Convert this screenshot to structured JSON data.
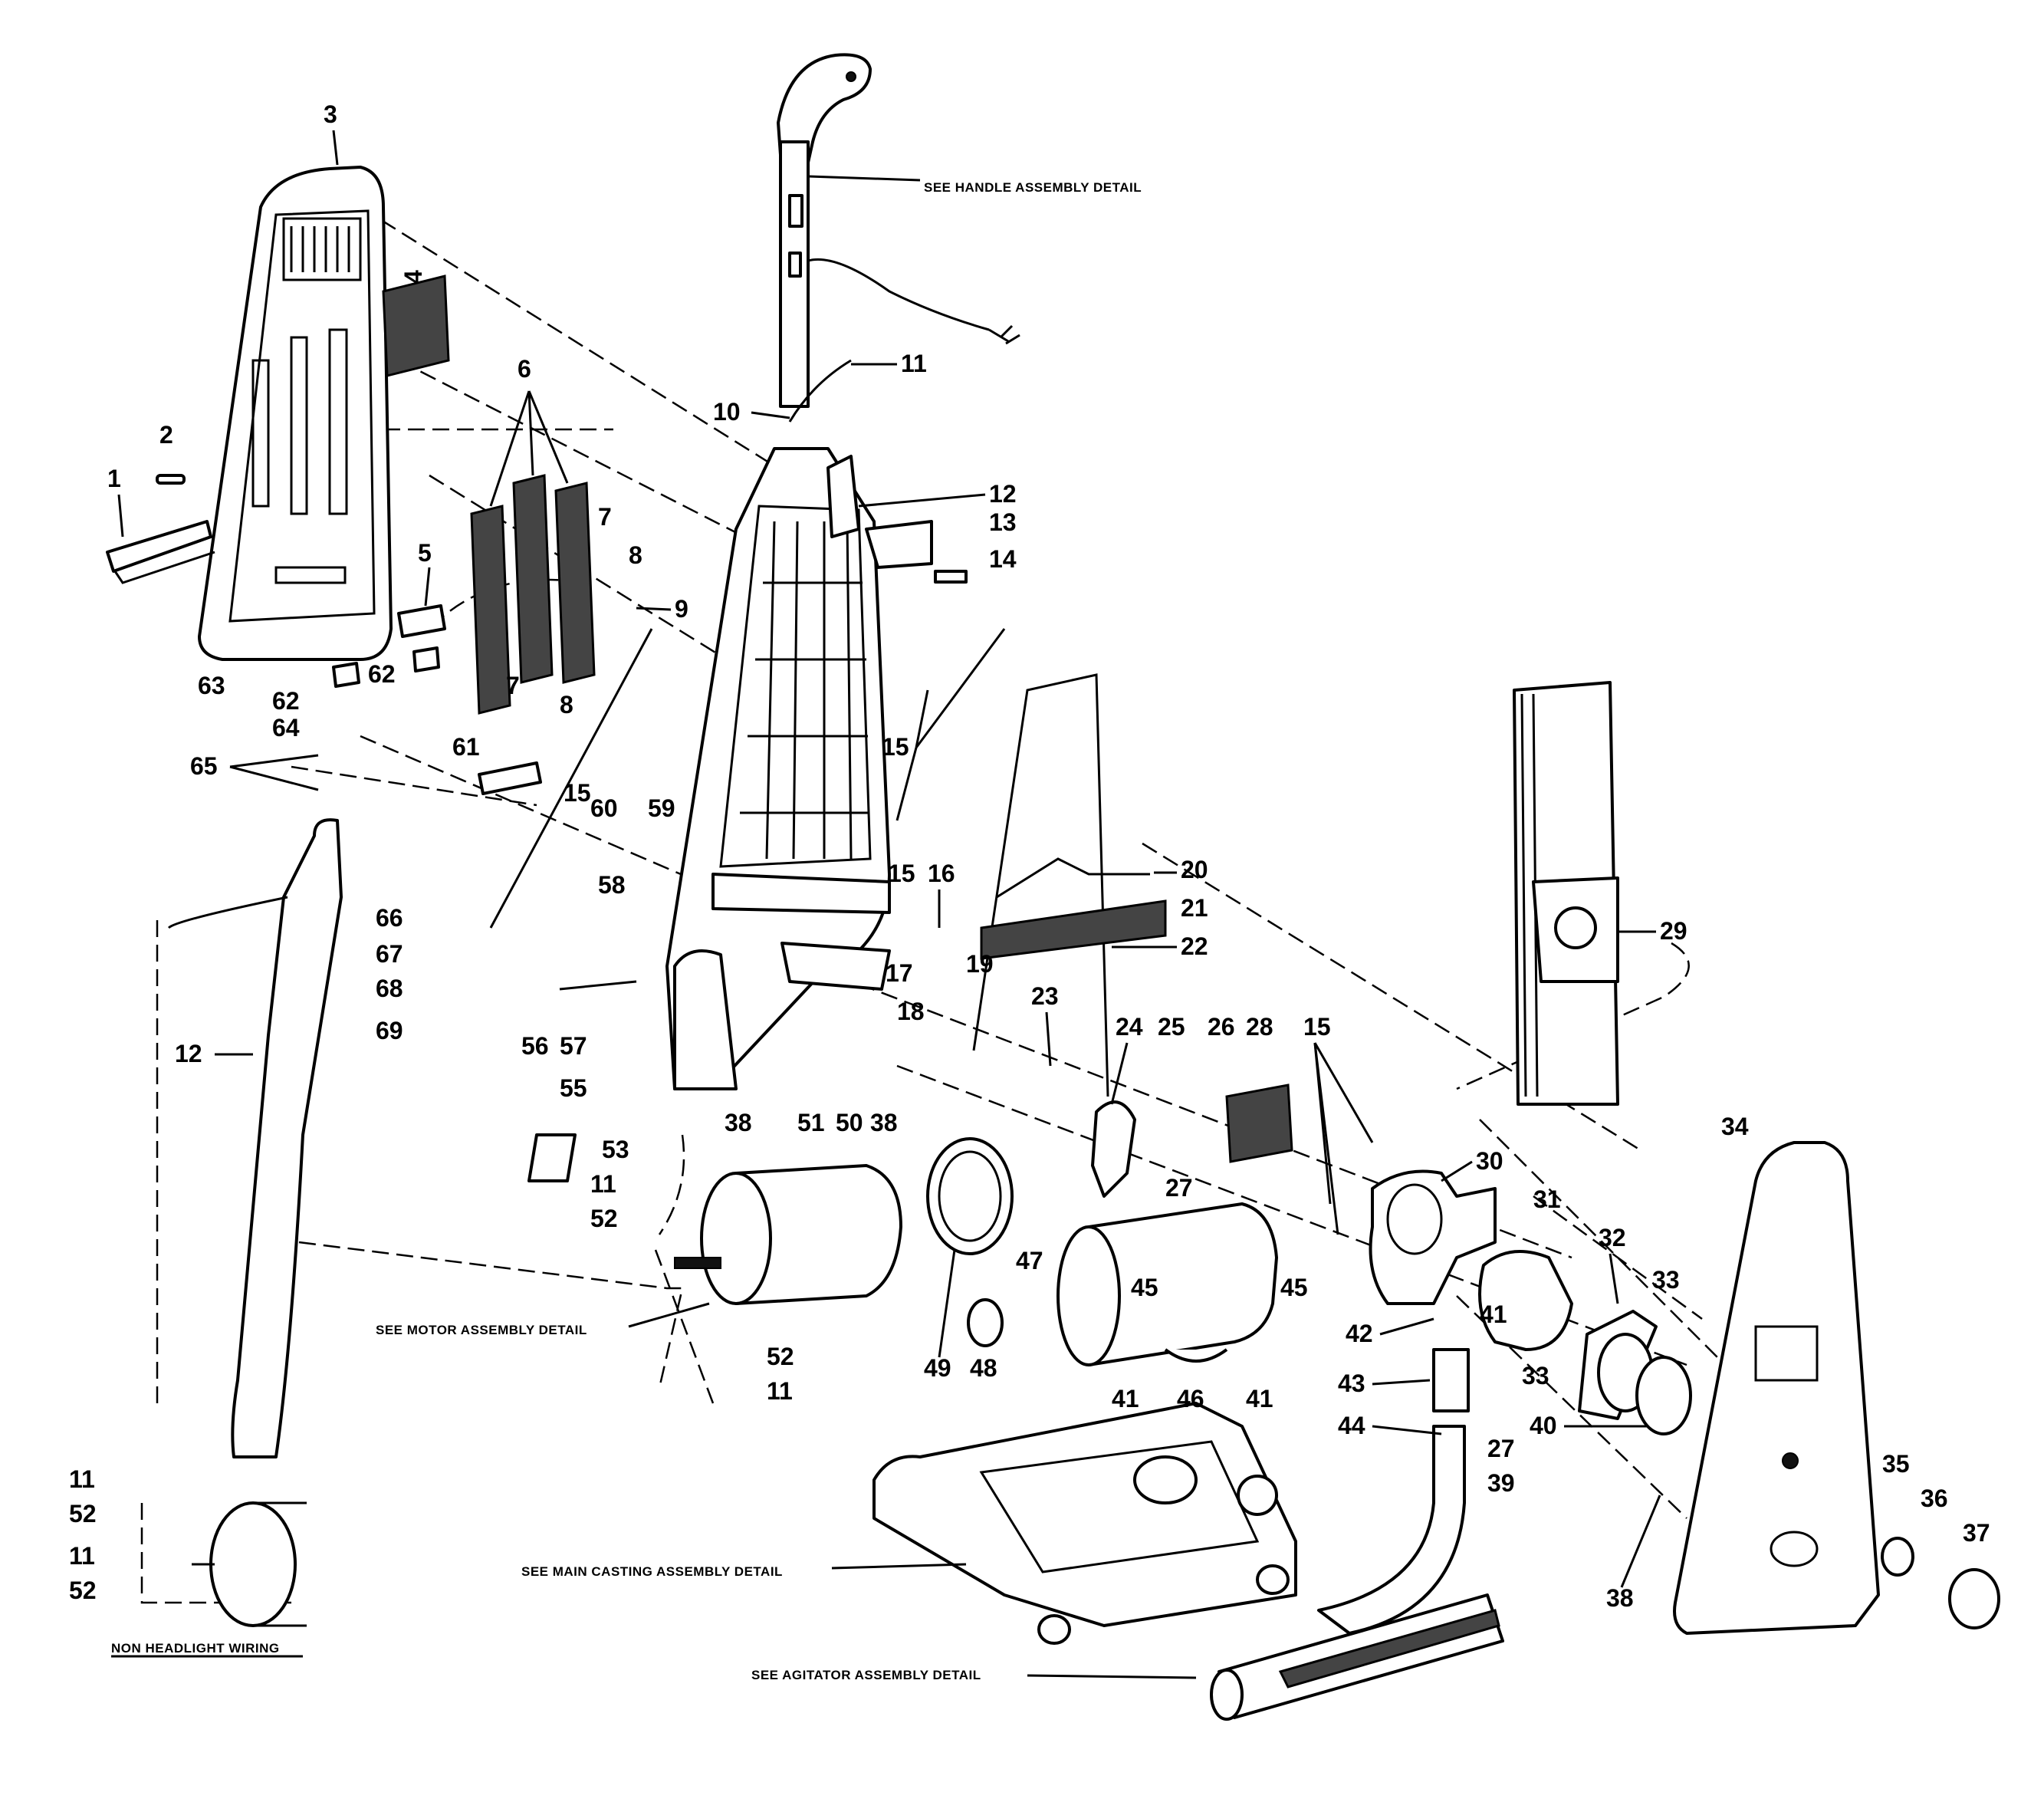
{
  "callouts": {
    "c1": "1",
    "c2": "2",
    "c3": "3",
    "c4": "4",
    "c5": "5",
    "c6": "6",
    "c7": "7",
    "c8": "8",
    "c9": "9",
    "c10": "10",
    "c11": "11",
    "c12": "12",
    "c13": "13",
    "c14": "14",
    "c15": "15",
    "c16": "16",
    "c17": "17",
    "c18": "18",
    "c19": "19",
    "c20": "20",
    "c21": "21",
    "c22": "22",
    "c23": "23",
    "c24": "24",
    "c25": "25",
    "c26": "26",
    "c27": "27",
    "c28": "28",
    "c29": "29",
    "c30": "30",
    "c31": "31",
    "c32": "32",
    "c33": "33",
    "c34": "34",
    "c35": "35",
    "c36": "36",
    "c37": "37",
    "c38": "38",
    "c39": "39",
    "c40": "40",
    "c41": "41",
    "c42": "42",
    "c43": "43",
    "c44": "44",
    "c45": "45",
    "c46": "46",
    "c47": "47",
    "c48": "48",
    "c49": "49",
    "c50": "50",
    "c51": "51",
    "c52": "52",
    "c53": "53",
    "c55": "55",
    "c56": "56",
    "c57": "57",
    "c58": "58",
    "c59": "59",
    "c60": "60",
    "c61": "61",
    "c62": "62",
    "c63": "63",
    "c64": "64",
    "c65": "65",
    "c66": "66",
    "c67": "67",
    "c68": "68",
    "c69": "69"
  },
  "notes": {
    "handle_detail": "SEE HANDLE ASSEMBLY DETAIL",
    "motor_detail": "SEE MOTOR ASSEMBLY DETAIL",
    "main_casting_detail": "SEE MAIN CASTING ASSEMBLY DETAIL",
    "agitator_detail": "SEE AGITATOR ASSEMBLY DETAIL",
    "non_headlight": "NON HEADLIGHT WIRING"
  }
}
